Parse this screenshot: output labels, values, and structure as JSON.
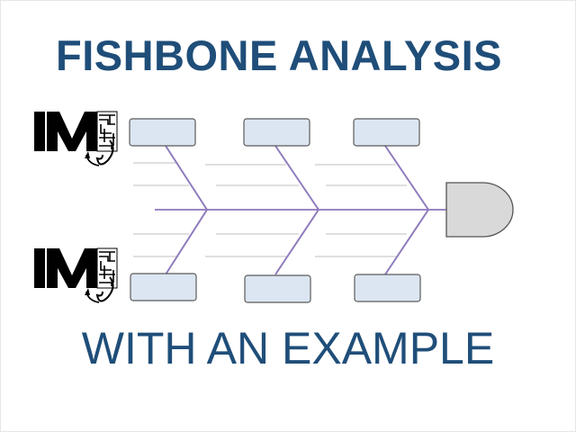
{
  "title": "FISHBONE ANALYSIS",
  "subtitle": "WITH AN EXAMPLE",
  "colors": {
    "title": "#1f4e79",
    "spine": "#9b86c4",
    "bone": "#8e7bbd",
    "cause_box_fill": "#dce6f2",
    "cause_box_border": "#5a5a5a",
    "head_fill": "#d9d9d9",
    "head_border": "#555555",
    "sub_lines": "#bfbfbf"
  },
  "logo": {
    "icon": "ms-fishhook-logo"
  },
  "diagram": {
    "type": "fishbone",
    "top_causes": [
      "",
      "",
      ""
    ],
    "bottom_causes": [
      "",
      "",
      ""
    ],
    "head_label": ""
  }
}
